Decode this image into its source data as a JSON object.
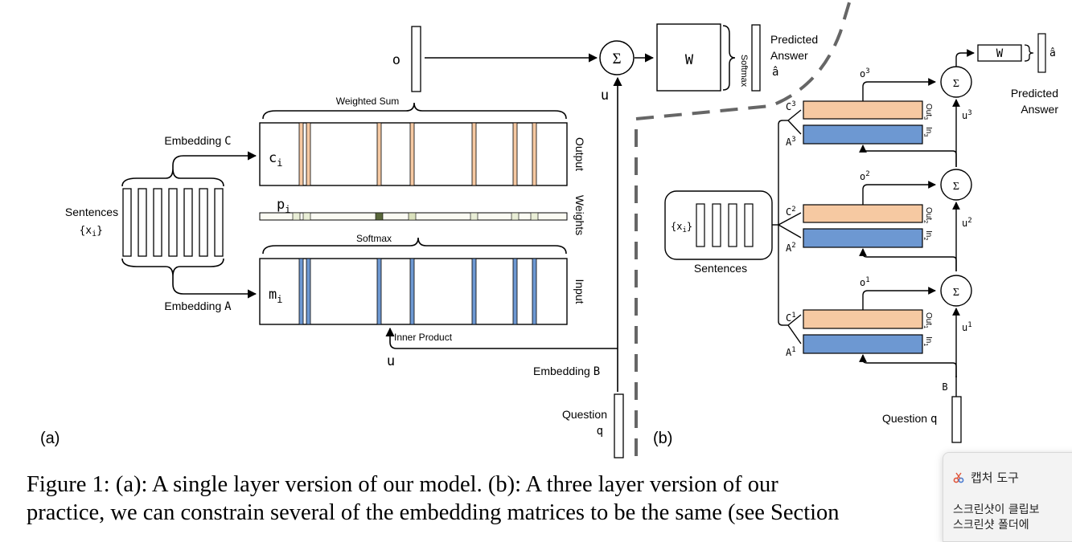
{
  "panel_a": {
    "label": "(a)",
    "sentences_label": "Sentences",
    "sentences_var": "{x",
    "sentences_var_sub": "i",
    "sentences_var_close": "}",
    "embedding_c_word": "Embedding ",
    "embedding_c_var": "C",
    "embedding_a_word": "Embedding ",
    "embedding_a_var": "A",
    "ci_main": "c",
    "ci_sub": "i",
    "pi_main": "p",
    "pi_sub": "i",
    "mi_main": "m",
    "mi_sub": "i",
    "weighted_sum": "Weighted Sum",
    "softmax_inner": "Softmax",
    "output_label": "Output",
    "weights_label": "Weights",
    "input_label": "Input",
    "inner_product": "Inner Product",
    "u_lower": "u",
    "u_upper": "u",
    "o_label": "o",
    "sigma": "Σ",
    "w_label": "W",
    "softmax_outer": "Softmax",
    "predicted_answer_1": "Predicted",
    "predicted_answer_2": "Answer",
    "a_hat": "â",
    "embedding_b_word": "Embedding ",
    "embedding_b_var": "B",
    "question_label": "Question",
    "question_var": "q"
  },
  "panel_b": {
    "label": "(b)",
    "sentences_label": "Sentences",
    "sentences_var": "{x",
    "sentences_var_sub": "i",
    "sentences_var_close": "}",
    "w_label": "W",
    "a_hat": "â",
    "predicted_answer_1": "Predicted",
    "predicted_answer_2": "Answer",
    "sigma": "Σ",
    "question_label": "Question ",
    "question_var": "q",
    "b_label": "B",
    "layers": [
      {
        "c": "C",
        "a": "A",
        "sup": "3",
        "o": "o",
        "u": "u",
        "out": "Out",
        "in": "In",
        "sub": "3"
      },
      {
        "c": "C",
        "a": "A",
        "sup": "2",
        "o": "o",
        "u": "u",
        "out": "Out",
        "in": "In",
        "sub": "2"
      },
      {
        "c": "C",
        "a": "A",
        "sup": "1",
        "o": "o",
        "u": "u",
        "out": "Out",
        "in": "In",
        "sub": "1"
      }
    ]
  },
  "caption": {
    "line1": "Figure 1: (a): A single layer version of our model.  (b): A three layer version of our",
    "line2": "practice, we can constrain several of the embedding matrices to be the same (see Section"
  },
  "snip_toast": {
    "title": "캡처 도구",
    "line1": "스크린샷이 클립보",
    "line2": "스크린샷 폴더에"
  },
  "colors": {
    "output_bar": "#f6c9a2",
    "input_bar": "#6d98d2",
    "weight_dark": "#59673a",
    "weight_light": "#e9eed6",
    "dashed_line": "#666666",
    "toast_icon": "#e0553a"
  }
}
